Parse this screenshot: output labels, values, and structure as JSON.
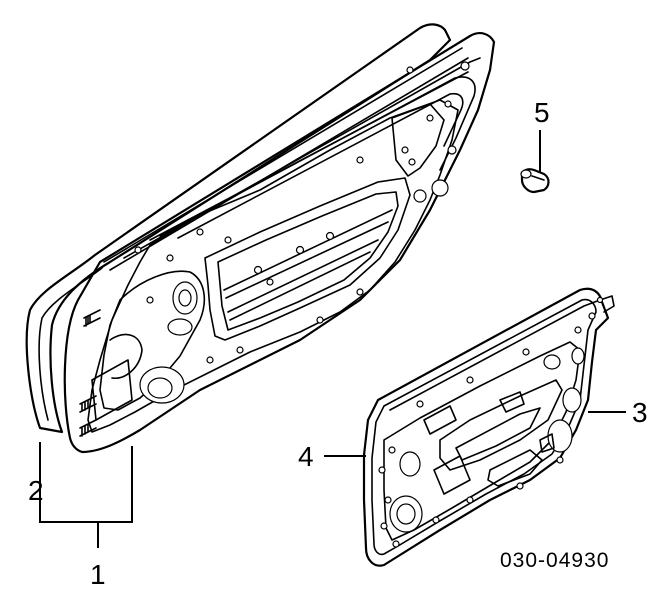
{
  "callouts": {
    "c1": "1",
    "c2": "2",
    "c3": "3",
    "c4": "4",
    "c5": "5"
  },
  "diagram_code": "030-04930"
}
